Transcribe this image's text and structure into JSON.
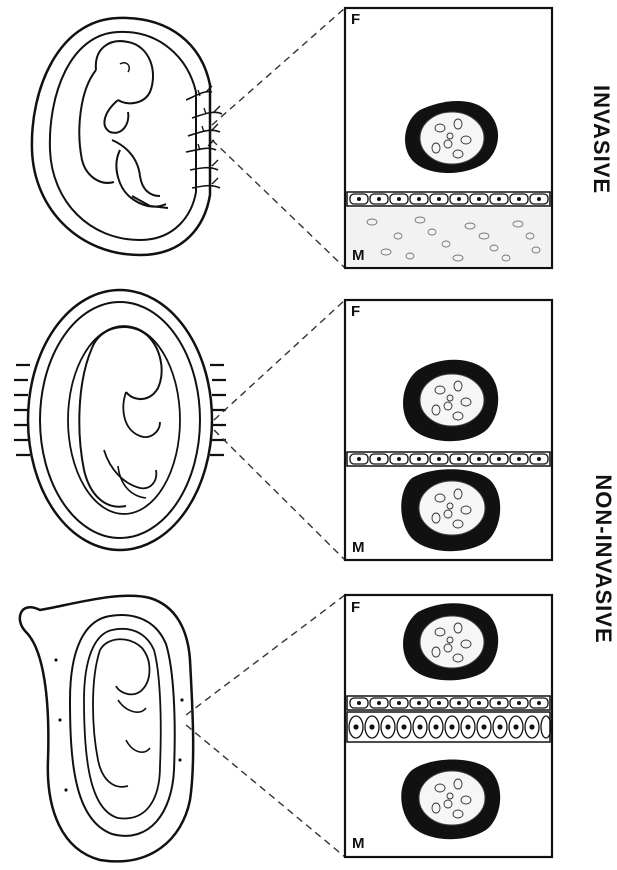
{
  "labels": {
    "invasive": "INVASIVE",
    "non_invasive": "NON-INVASIVE"
  },
  "panels": [
    {
      "id": "invasive",
      "fetal_label": "F",
      "maternal_label": "M"
    },
    {
      "id": "non-invasive-1",
      "fetal_label": "F",
      "maternal_label": "M"
    },
    {
      "id": "non-invasive-2",
      "fetal_label": "F",
      "maternal_label": "M"
    }
  ]
}
